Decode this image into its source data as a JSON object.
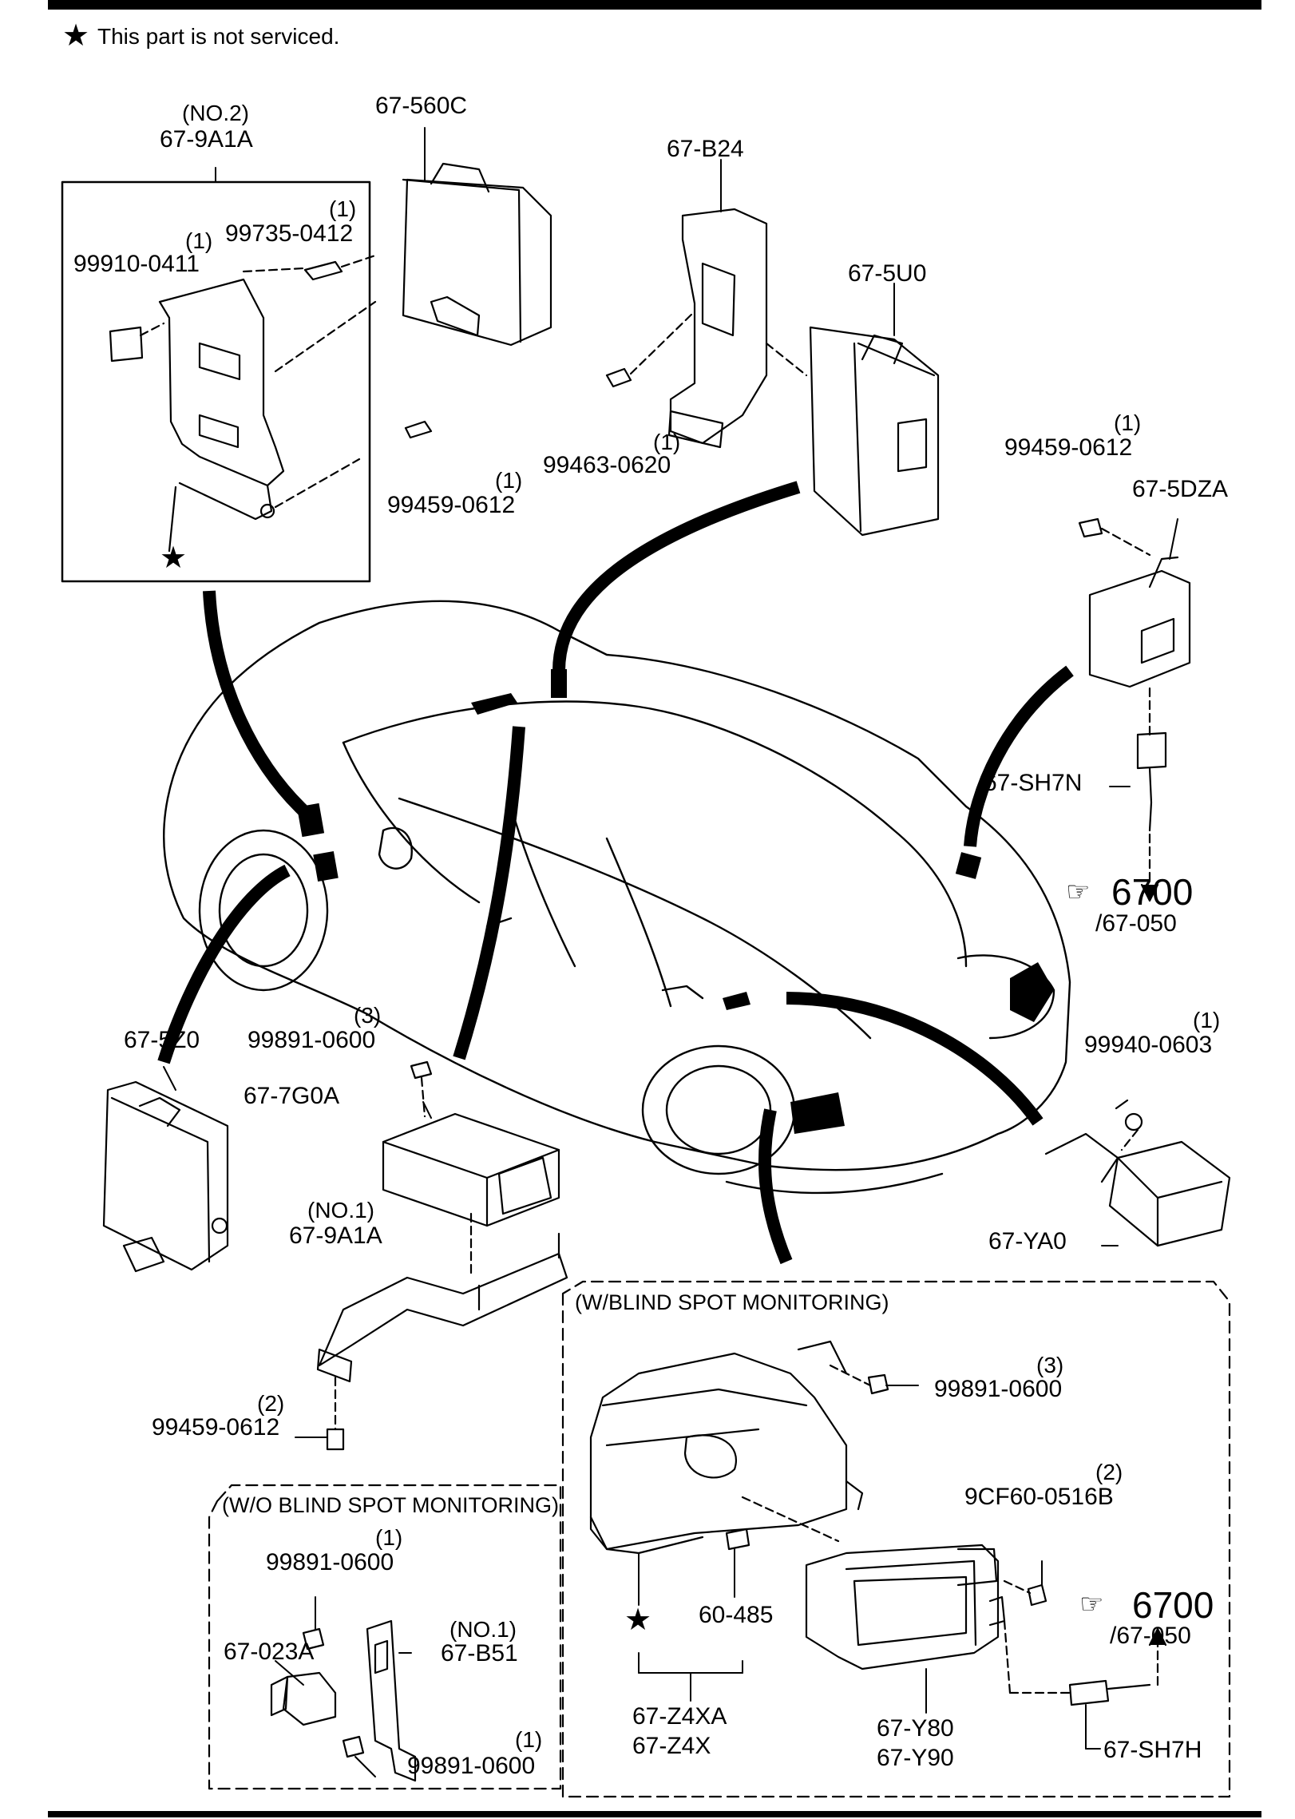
{
  "note": {
    "symbol": "★",
    "text": "This part is not serviced."
  },
  "colors": {
    "ink": "#000000",
    "paper": "#ffffff"
  },
  "icons": {
    "star": "star-icon",
    "pointer": "pointing-hand-icon"
  },
  "parts": {
    "no2": "(NO.2)",
    "p_9a1a_top": "67-9A1A",
    "p_560c": "67-560C",
    "q_99735": "(1)",
    "p_99735": "99735-0412",
    "q_99910": "(1)",
    "p_99910": "99910-0411",
    "p_99459_a": "99459-0612",
    "q_99459_a": "(1)",
    "p_b24": "67-B24",
    "p_5u0": "67-5U0",
    "q_99463": "(1)",
    "p_99463": "99463-0620",
    "q_99459_b": "(1)",
    "p_99459_b": "99459-0612",
    "p_5dza": "67-5DZA",
    "p_sh7n": "67-SH7N",
    "ref_6700_a": "6700",
    "ref_67050_a": "/67-050",
    "p_5z0": "67-5Z0",
    "q_99891_a": "(3)",
    "p_99891_a": "99891-0600",
    "p_7g0a": "67-7G0A",
    "no1_a": "(NO.1)",
    "p_9a1a_bottom": "67-9A1A",
    "q_99459_c": "(2)",
    "p_99459_c": "99459-0612",
    "q_99940": "(1)",
    "p_99940": "99940-0603",
    "p_ya0": "67-YA0",
    "q_99891_b": "(3)",
    "p_99891_b": "99891-0600",
    "q_9cf60": "(2)",
    "p_9cf60": "9CF60-0516B",
    "ref_6700_b": "6700",
    "ref_67050_b": "/67-050",
    "p_60485": "60-485",
    "p_z4xa": "67-Z4XA",
    "p_z4x": "67-Z4X",
    "p_y80": "67-Y80",
    "p_y90": "67-Y90",
    "p_sh7h": "67-SH7H",
    "q_99891_c": "(1)",
    "p_99891_c": "99891-0600",
    "no1_b": "(NO.1)",
    "p_023a": "67-023A",
    "p_b51": "67-B51",
    "q_99891_d": "(1)",
    "p_99891_d": "99891-0600"
  },
  "captions": {
    "with_bsm": "(W/BLIND SPOT MONITORING)",
    "without_bsm": "(W/O BLIND SPOT MONITORING)"
  }
}
